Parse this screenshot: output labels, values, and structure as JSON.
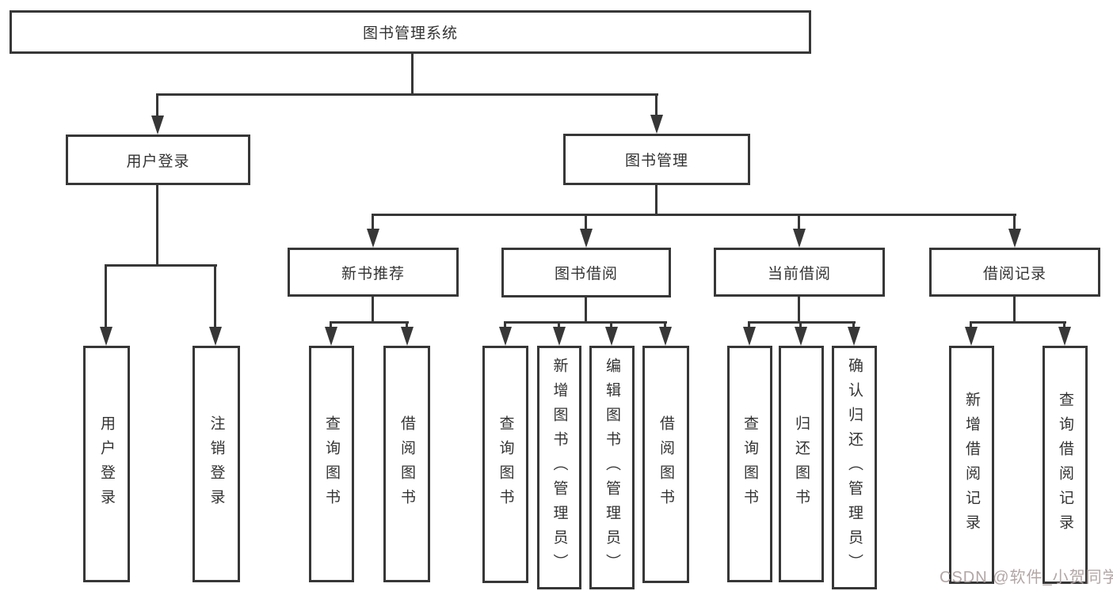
{
  "diagram": {
    "root": {
      "label": "图书管理系统"
    },
    "branches": [
      {
        "label": "用户登录",
        "children": [
          {
            "label": "用户登录"
          },
          {
            "label": "注销登录"
          }
        ]
      },
      {
        "label": "图书管理",
        "children": [
          {
            "label": "新书推荐",
            "children": [
              {
                "label": "查询图书"
              },
              {
                "label": "借阅图书"
              }
            ]
          },
          {
            "label": "图书借阅",
            "children": [
              {
                "label": "查询图书"
              },
              {
                "label": "新增图书（管理员）"
              },
              {
                "label": "编辑图书（管理员）"
              },
              {
                "label": "借阅图书"
              }
            ]
          },
          {
            "label": "当前借阅",
            "children": [
              {
                "label": "查询图书"
              },
              {
                "label": "归还图书"
              },
              {
                "label": "确认归还（管理员）"
              }
            ]
          },
          {
            "label": "借阅记录",
            "children": [
              {
                "label": "新增借阅记录"
              },
              {
                "label": "查询借阅记录"
              }
            ]
          }
        ]
      }
    ]
  },
  "watermark": {
    "text": "CSDN @软件_小贺同学",
    "color": "#b3a6a6"
  },
  "colors": {
    "line": "#373737",
    "box_border": "#373737",
    "text": "#333333",
    "background": "#ffffff"
  }
}
